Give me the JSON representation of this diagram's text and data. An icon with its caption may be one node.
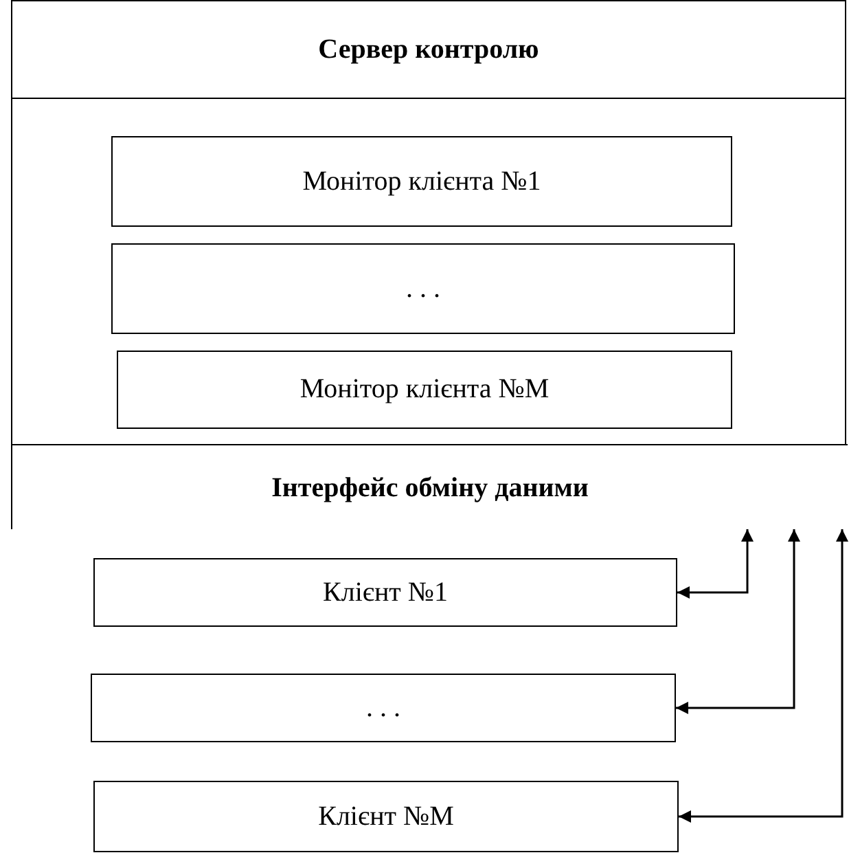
{
  "diagram": {
    "nodes": [
      {
        "text": [
          "Сервер контролю"
        ]
      },
      {
        "text": [
          "Монітор клієнта №1"
        ],
        "in": 0
      },
      {
        "text": [
          ". . ."
        ],
        "in": 0
      },
      {
        "text": [
          "Монітор клієнта №M"
        ],
        "in": 0
      },
      {
        "text": [
          "Інтерфейс обміну даними"
        ],
        "in": 0
      },
      {
        "text": [
          "Клієнт №1"
        ]
      },
      {
        "text": [
          ". . ."
        ]
      },
      {
        "text": [
          "Клієнт №M"
        ]
      }
    ],
    "edges": [
      {
        "from": 4,
        "to": 5,
        "arrow": "both"
      },
      {
        "from": 4,
        "to": 6,
        "arrow": "both"
      },
      {
        "from": 4,
        "to": 7,
        "arrow": "both"
      }
    ]
  }
}
